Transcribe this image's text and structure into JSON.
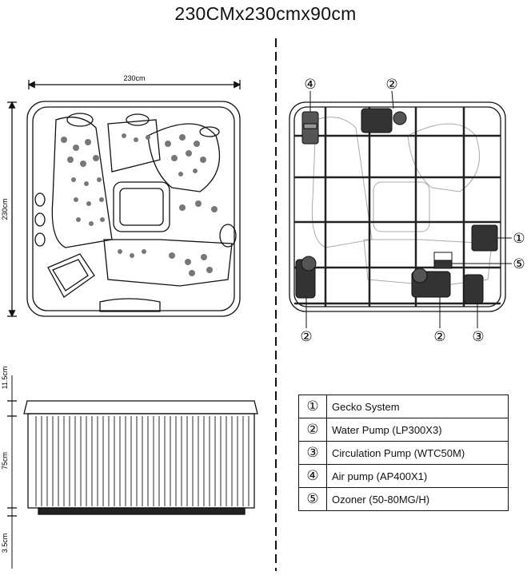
{
  "title": "230CMx230cmx90cm",
  "top_view": {
    "width_label": "230cm",
    "height_label": "230cm"
  },
  "side_view": {
    "dim_top": "11.5cm",
    "dim_mid": "75cm",
    "dim_bot": "3.5cm"
  },
  "callouts": {
    "c1": "①",
    "c2": "②",
    "c3": "③",
    "c4": "④",
    "c5": "⑤"
  },
  "legend": [
    {
      "num": "①",
      "label": "Gecko System"
    },
    {
      "num": "②",
      "label": "Water Pump (LP300X3)"
    },
    {
      "num": "③",
      "label": "Circulation Pump (WTC50M)"
    },
    {
      "num": "④",
      "label": "Air pump (AP400X1)"
    },
    {
      "num": "⑤",
      "label": "Ozoner (50-80MG/H)"
    }
  ]
}
